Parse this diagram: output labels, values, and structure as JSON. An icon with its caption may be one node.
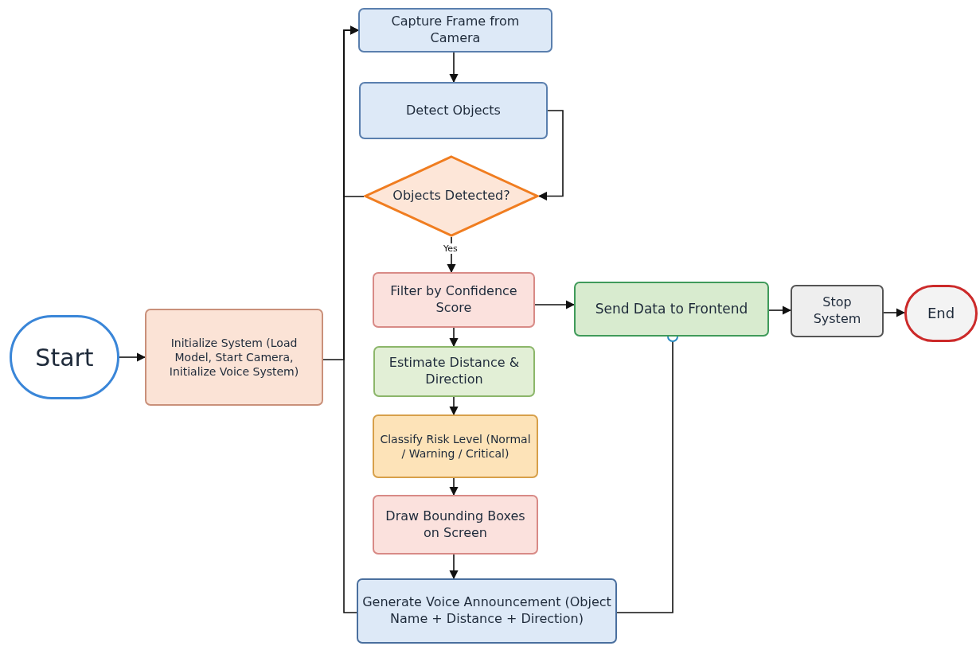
{
  "diagram": {
    "nodes": [
      {
        "text": [
          "Start"
        ]
      },
      {
        "text": [
          "Initialize System (Load Model, Start Camera, Initialize Voice System)"
        ]
      },
      {
        "text": [
          "Capture Frame from Camera"
        ]
      },
      {
        "text": [
          "Detect Objects"
        ]
      },
      {
        "text": [
          "Objects Detected?"
        ]
      },
      {
        "text": [
          "Filter by Confidence Score"
        ]
      },
      {
        "text": [
          "Estimate Distance & Direction"
        ]
      },
      {
        "text": [
          "Classify Risk Level (Normal / Warning / Critical)"
        ]
      },
      {
        "text": [
          "Draw Bounding Boxes on Screen"
        ]
      },
      {
        "text": [
          "Generate Voice Announcement (Object Name + Distance + Direction)"
        ]
      },
      {
        "text": [
          "Send Data to Frontend"
        ]
      },
      {
        "text": [
          "Stop System"
        ]
      },
      {
        "text": [
          "End"
        ]
      }
    ],
    "edges": [
      {
        "from": 0,
        "to": 1,
        "arrow": "to"
      },
      {
        "from": 1,
        "to": 2,
        "arrow": "to"
      },
      {
        "from": 4,
        "to": 2,
        "arrow": "to"
      },
      {
        "from": 9,
        "to": 2,
        "arrow": "to"
      },
      {
        "from": 2,
        "to": 3,
        "arrow": "to"
      },
      {
        "from": 3,
        "to": 4,
        "arrow": "to"
      },
      {
        "from": 4,
        "to": 5,
        "arrow": "to",
        "label": "Yes"
      },
      {
        "from": 5,
        "to": 10,
        "arrow": "to"
      },
      {
        "from": 5,
        "to": 6,
        "arrow": "to"
      },
      {
        "from": 6,
        "to": 7,
        "arrow": "to"
      },
      {
        "from": 7,
        "to": 8,
        "arrow": "to"
      },
      {
        "from": 8,
        "to": 9,
        "arrow": "to"
      },
      {
        "from": 9,
        "to": 10,
        "arrow": "other"
      },
      {
        "from": 10,
        "to": 11,
        "arrow": "to"
      },
      {
        "from": 11,
        "to": 12,
        "arrow": "to"
      }
    ]
  }
}
